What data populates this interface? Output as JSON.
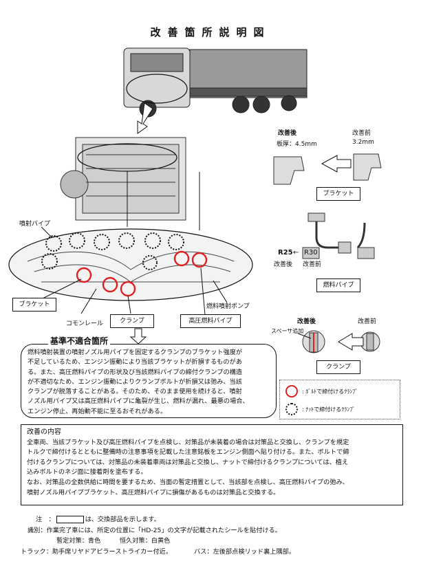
{
  "title": "改善箇所説明図",
  "labels": {
    "injection_pipe": "噴射パイプ",
    "bracket": "ブラケット",
    "common_rail": "コモンレール",
    "clamp": "クランプ",
    "high_pressure_pipe": "高圧燃料パイプ",
    "fuel_pump": "燃料噴射ポンプ",
    "after": "改善後",
    "before": "改善前",
    "thickness_after": "板厚：4.5mm",
    "thickness_before": "3.2mm",
    "bracket_box": "ブラケット",
    "r25": "R25",
    "r30": "R30",
    "r_after": "改善後",
    "r_before": "改善前",
    "fuel_pipe_box": "燃料パイプ",
    "clamp_after": "改善後",
    "clamp_before": "改善前",
    "spacer": "スペーサ追加",
    "clamp_box": "クランプ"
  },
  "nonconformity": {
    "heading": "基準不適合箇所",
    "lines": [
      "燃料噴射装置の噴射ノズル用パイプを固定するクランプのブラケット強度が",
      "不足しているため、エンジン振動により当該ブラケットが折損するものがあ",
      "る。また、高圧燃料パイプの形状及び当該燃料パイプの締付クランプの構造",
      "が不適切なため、エンジン振動によりクランプボルトが折損又は弛み、当該",
      "クランプが脱落することがある。そのため、そのまま使用を続けると、噴射",
      "ノズル用パイプ又は高圧燃料パイプに亀裂が生じ、燃料が漏れ、最悪の場合、",
      "エンジン停止、再始動不能に至るおそれがある。"
    ]
  },
  "legend": {
    "bolt": ": ﾎﾞﾙﾄで締付けるｸﾗﾝﾌﾟ",
    "nut": ": ﾅｯﾄで締付けるｸﾗﾝﾌﾟ",
    "bolt_color": "#e02020",
    "nut_color": "#111111"
  },
  "improvement": {
    "title": "改善の内容",
    "lines": [
      "全車両、当該ブラケット及び高圧燃料パイプを点検し、対策品が未装着の場合は対策品と交換し、クランプを規定",
      "トルクで締付けるとともに整備時の注意事項を記載した注意銘板をエンジン側面へ貼り付ける。また、ボルトで締",
      "付けるクランプについては、対策品の未装着車両は対策品と交換し、ナットで締付けるクランプについては、植え",
      "込みボルトのネジ面に接着剤を塗布する。",
      "なお、対策品の全数供給に時間を要するため、当面の暫定措置として、当該部を点検し、高圧燃料パイプの弛み、",
      "噴射ノズル用パイプブラケット、高圧燃料パイプに損傷があるものは対策品と交換する。"
    ]
  },
  "notes": {
    "note_label": "注　：",
    "note_text": "は、交換部品を示します。",
    "id_line": "識別：作業完了車には、所定の位置に「HD-25」の文字が記載されたシールを貼付ける。",
    "temp_line": "暫定対策：青色　　　恒久対策：白黄色",
    "truck_line": "トラック：助手席リヤドアピラーストライカー付近。",
    "bus_line": "バス：左後部点検リッド裏上隅部。"
  }
}
